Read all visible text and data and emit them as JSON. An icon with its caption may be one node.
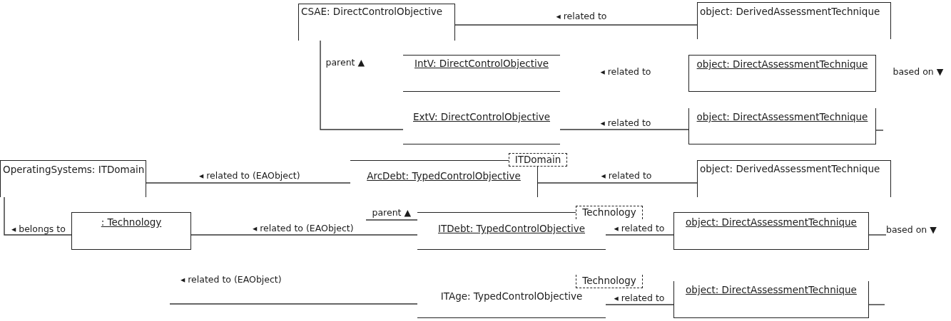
{
  "diagram": {
    "nodes": [
      {
        "text": [
          "CSAE: DirectControlObjective"
        ]
      },
      {
        "text": [
          "object: DerivedAssessmentTechnique"
        ]
      },
      {
        "text": [
          "IntV: DirectControlObjective"
        ]
      },
      {
        "text": [
          "object: DirectAssessmentTechnique"
        ]
      },
      {
        "text": [
          "ExtV: DirectControlObjective"
        ]
      },
      {
        "text": [
          "object: DirectAssessmentTechnique"
        ]
      },
      {
        "text": [
          "OperatingSystems: ITDomain"
        ]
      },
      {
        "text": [
          "ArcDebt: TypedControlObjective"
        ]
      },
      {
        "text": [
          "ITDomain"
        ]
      },
      {
        "text": [
          "object: DerivedAssessmentTechnique"
        ]
      },
      {
        "text": [
          ": Technology"
        ]
      },
      {
        "text": [
          "ITDebt: TypedControlObjective"
        ]
      },
      {
        "text": [
          "Technology"
        ]
      },
      {
        "text": [
          "object: DirectAssessmentTechnique"
        ]
      },
      {
        "text": [
          "based on ▼"
        ]
      },
      {
        "text": [
          "ITAge: TypedControlObjective"
        ]
      },
      {
        "text": [
          "Technology"
        ]
      },
      {
        "text": [
          "object: DirectAssessmentTechnique"
        ]
      }
    ],
    "edges": [
      {
        "from": 0,
        "to": 1,
        "arrow": "none",
        "label": "◂ related to"
      },
      {
        "from": 4,
        "to": 0,
        "arrow": "none",
        "label": "parent ▲"
      },
      {
        "from": 4,
        "to": 5,
        "arrow": "none",
        "label": "◂ related to"
      },
      {
        "from": 5,
        "to": null,
        "arrow": "none"
      },
      {
        "from": 6,
        "to": 7,
        "arrow": "none",
        "label": "◂ related to (EAObject)"
      },
      {
        "from": 7,
        "to": 9,
        "arrow": "none",
        "label": "◂ related to"
      },
      {
        "from": 6,
        "to": 10,
        "arrow": "none",
        "label": "◂ belongs to"
      },
      {
        "from": 10,
        "to": 11,
        "arrow": "none",
        "label": "◂ related to (EAObject)"
      },
      {
        "from": 11,
        "to": null,
        "arrow": "none",
        "label": "parent ▲"
      },
      {
        "from": 11,
        "to": 13,
        "arrow": "none",
        "label": "◂ related to"
      },
      {
        "from": 13,
        "to": 14,
        "arrow": "none"
      },
      {
        "from": null,
        "to": 15,
        "arrow": "none",
        "label": "◂ related to (EAObject)"
      },
      {
        "from": 15,
        "to": 17,
        "arrow": "none",
        "label": "◂ related to"
      },
      {
        "from": 17,
        "to": null,
        "arrow": "none"
      }
    ],
    "labels": [
      "◂ related to",
      "based on ▼"
    ]
  }
}
